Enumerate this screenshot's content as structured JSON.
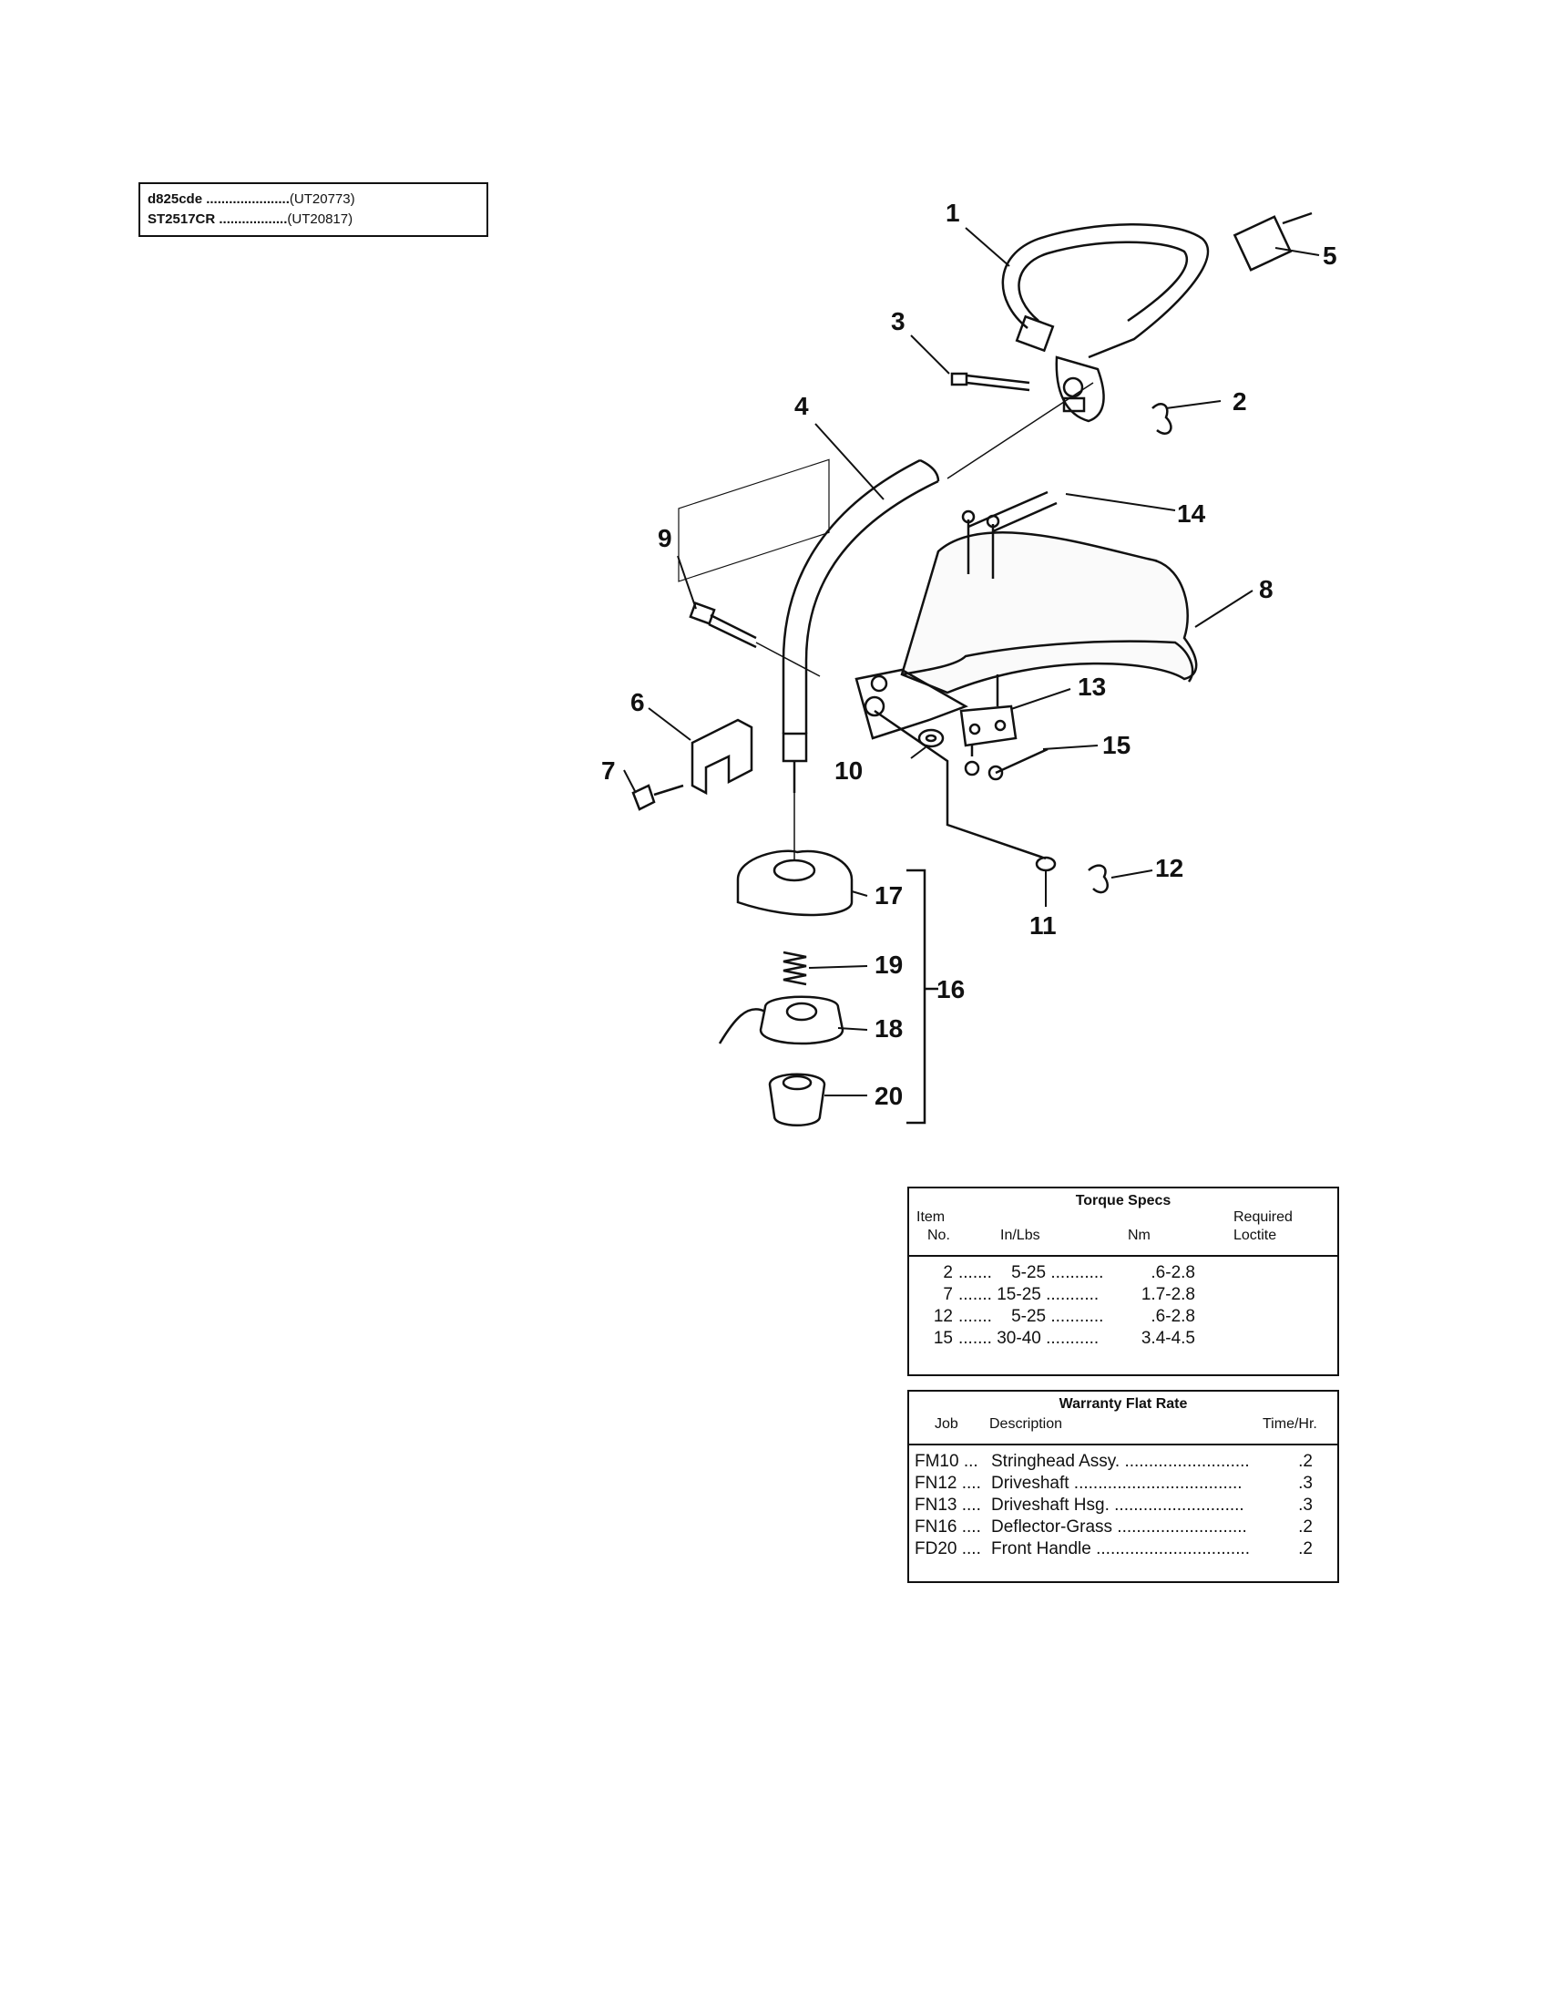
{
  "models": [
    {
      "name": "d825cde ......................",
      "code": "(UT20773)"
    },
    {
      "name": "ST2517CR ..................",
      "code": "(UT20817)"
    }
  ],
  "callouts": [
    "1",
    "2",
    "3",
    "4",
    "5",
    "6",
    "7",
    "8",
    "9",
    "10",
    "11",
    "12",
    "13",
    "14",
    "15",
    "16",
    "17",
    "18",
    "19",
    "20"
  ],
  "torque": {
    "title": "Torque Specs",
    "headers": {
      "item_line1": "Item",
      "item_line2": "No.",
      "inlbs": "In/Lbs",
      "nm": "Nm",
      "loctite_line1": "Required",
      "loctite_line2": "Loctite"
    },
    "rows": [
      {
        "item": "2",
        "inlbs": ".......    5-25 ...........",
        "nm": ".6-2.8"
      },
      {
        "item": "7",
        "inlbs": "....... 15-25 ...........",
        "nm": "1.7-2.8"
      },
      {
        "item": "12",
        "inlbs": ".......    5-25 ...........",
        "nm": ".6-2.8"
      },
      {
        "item": "15",
        "inlbs": "....... 30-40 ...........",
        "nm": "3.4-4.5"
      }
    ]
  },
  "warranty": {
    "title": "Warranty Flat Rate",
    "headers": {
      "job": "Job",
      "description": "Description",
      "time": "Time/Hr."
    },
    "rows": [
      {
        "job": "FM10 ...",
        "desc": "Stringhead Assy. ..........................",
        "time": ".2"
      },
      {
        "job": "FN12 ....",
        "desc": "Driveshaft ...................................",
        "time": ".3"
      },
      {
        "job": "FN13 ....",
        "desc": "Driveshaft Hsg. ...........................",
        "time": ".3"
      },
      {
        "job": "FN16 ....",
        "desc": "Deflector-Grass ...........................",
        "time": ".2"
      },
      {
        "job": "FD20 ....",
        "desc": "Front Handle ................................",
        "time": ".2"
      }
    ]
  }
}
